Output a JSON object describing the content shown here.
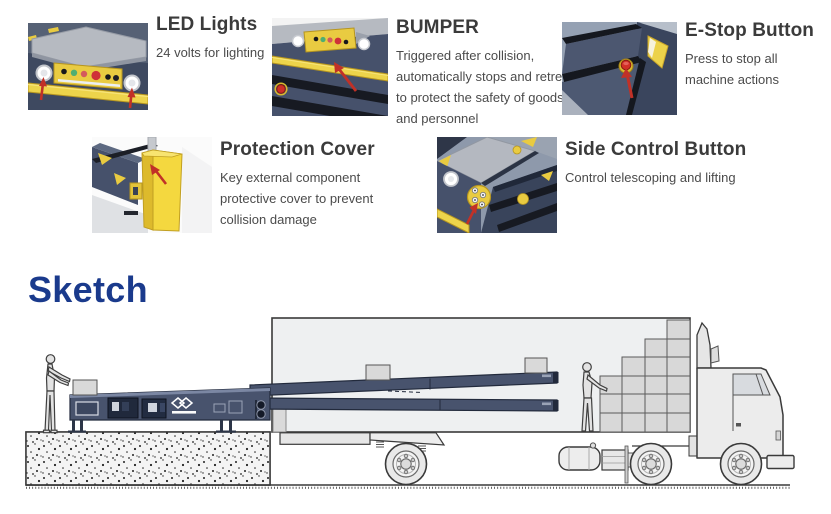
{
  "features": [
    {
      "title": "LED Lights",
      "description": "24 volts for lighting"
    },
    {
      "title": "BUMPER",
      "description": "Triggered after collision, automatically stops and retreats to protect the safety of goods and personnel"
    },
    {
      "title": "E-Stop Button",
      "description": "Press to stop all machine actions"
    },
    {
      "title": "Protection Cover",
      "description": "Key external component protective cover to prevent collision damage"
    },
    {
      "title": "Side Control Button",
      "description": "Control telescoping and lifting"
    }
  ],
  "sketch": {
    "heading": "Sketch"
  },
  "colors": {
    "heading_blue": "#1a3a8c",
    "feature_title_text": "#3b3b3b",
    "feature_body_text": "#4b4b4b",
    "machine_slate_blue": "#46516b",
    "safety_yellow": "#ecd24a",
    "arrow_red": "#c0392b",
    "drawing_outline": "#3a3a3a",
    "drawing_light_gray": "#ececec"
  },
  "sketch_scene": {
    "depicts": "Telescopic belt conveyor extending from a loading dock into a truck trailer",
    "elements": [
      "worker-on-dock",
      "loading-dock",
      "telescopic-conveyor",
      "conveyor-booms",
      "carton-boxes-on-belt",
      "truck-trailer",
      "carton-stack-in-trailer",
      "worker-in-trailer",
      "truck-cab",
      "wheels",
      "fuel-tank",
      "ground-line"
    ]
  }
}
